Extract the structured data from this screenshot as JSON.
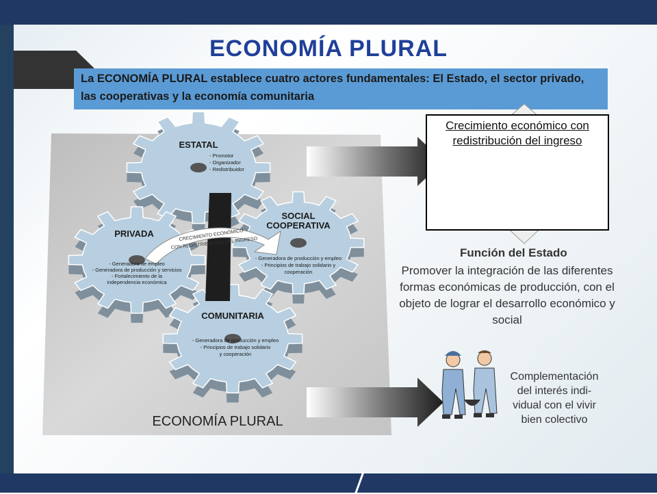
{
  "title": "ECONOMÍA PLURAL",
  "intro": "La ECONOMÍA PLURAL establece cuatro actores fundamentales: El Estado, el sector privado, las cooperativas y la economía comunitaria",
  "box_text": "Crecimiento económico con redistribución del ingreso",
  "gears": [
    {
      "label": "ESTATAL",
      "items": [
        "- Promotor",
        "- Organizador",
        "- Redistribuidor"
      ]
    },
    {
      "label": "PRIVADA",
      "items": [
        "- Generadora de empleo",
        "- Generadora de producción y servicios",
        "- Fortalecimiento de la",
        "independencia económica"
      ]
    },
    {
      "label_line1": "SOCIAL",
      "label_line2": "COOPERATIVA",
      "items": [
        "- Generadora de producción y empleo",
        "- Principios de trabajo solidario y",
        "cooperación"
      ]
    },
    {
      "label": "COMUNITARIA",
      "items": [
        "- Generadora de producción y empleo",
        "- Principios de trabajo solidario",
        "y cooperación"
      ]
    }
  ],
  "banner_text": [
    "CRECIMIENTO ECONÓMICO",
    "CON REDISTRIBUCIÓN DEL INGRESO"
  ],
  "diagram_caption": "ECONOMÍA PLURAL",
  "function_title": "Función del Estado",
  "function_text": "Promover la integración de las diferentes formas económicas de producción, con el objeto de lograr el desarrollo económico y social",
  "complement_text": "Complementación del interés indi- vidual con el vivir bien colectivo",
  "colors": {
    "title": "#1f3f99",
    "intro_bg": "#5b9bd5",
    "gear": "#b7cfe0",
    "gear_side": "#7f8f9c",
    "bars": "#1f3864"
  }
}
